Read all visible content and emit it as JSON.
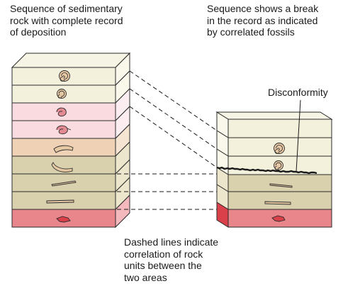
{
  "captions": {
    "left_column": "Sequence of sedimentary\nrock with complete record\nof deposition",
    "right_column": "Sequence shows a break\nin the record as indicated\nby correlated fossils",
    "disconformity": "Disconformity",
    "dashed_lines": "Dashed lines indicate\ncorrelation of rock\nunits between the\ntwo areas"
  },
  "colors": {
    "layer_pale": "#f3f1dc",
    "layer_pink": "#f9dbe0",
    "layer_peach": "#efd1b5",
    "layer_tan": "#d9d1ad",
    "layer_red": "#e8868c",
    "fossil": "#e6c8a4",
    "fossil_pink": "#e48a93",
    "fossil_red": "#d9404a",
    "outline": "#2b2b2b"
  },
  "left_column_fossils": [
    "ammonite-fossil",
    "small-ammonite-fossil",
    "pink-shell-fossil",
    "pink-shell-fossil",
    "horn-fossil",
    "tusk-fossil",
    "rod-fossil",
    "rod-fossil",
    "red-fragment-fossil"
  ],
  "right_column_fossils": [
    "none",
    "ammonite-fossil",
    "small-ammonite-fossil",
    "rod-fossil",
    "rod-fossil",
    "red-fragment-fossil"
  ]
}
